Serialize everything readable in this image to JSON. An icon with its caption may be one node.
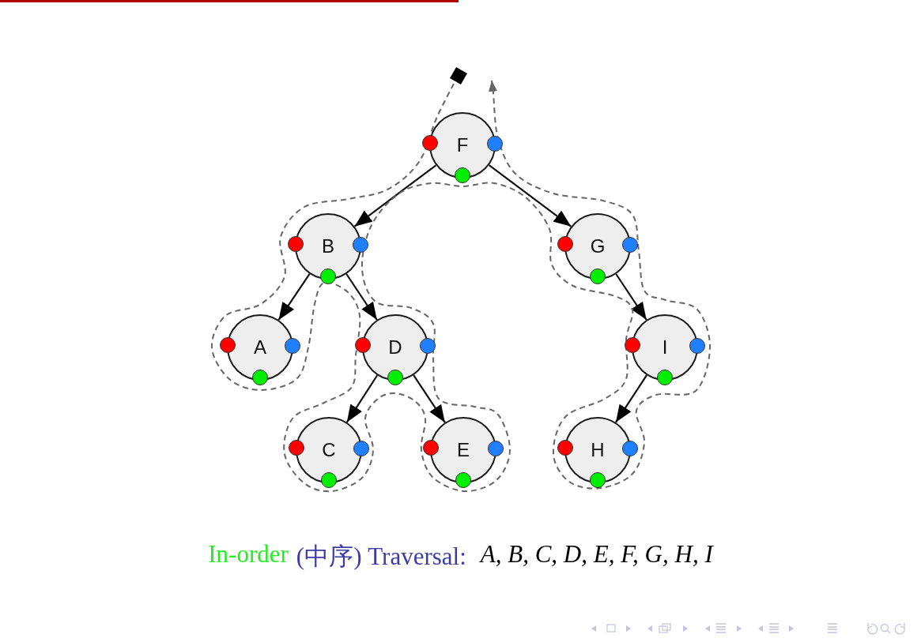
{
  "diagram": {
    "nodes": [
      {
        "text": [
          "F"
        ]
      },
      {
        "text": [
          "B"
        ]
      },
      {
        "text": [
          "G"
        ]
      },
      {
        "text": [
          "A"
        ]
      },
      {
        "text": [
          "D"
        ]
      },
      {
        "text": [
          "I"
        ]
      },
      {
        "text": [
          "C"
        ]
      },
      {
        "text": [
          "E"
        ]
      },
      {
        "text": [
          "H"
        ]
      },
      {
        "text": [],
        "shape": "diamond"
      }
    ],
    "edges": [
      {
        "from": 0,
        "to": 1,
        "arrow": "to"
      },
      {
        "from": 0,
        "to": 2,
        "arrow": "to"
      },
      {
        "from": 1,
        "to": 3,
        "arrow": "to"
      },
      {
        "from": 1,
        "to": 4,
        "arrow": "to"
      },
      {
        "from": 2,
        "to": 5,
        "arrow": "to"
      },
      {
        "from": 4,
        "to": 6,
        "arrow": "to"
      },
      {
        "from": 4,
        "to": 7,
        "arrow": "to"
      },
      {
        "from": 5,
        "to": 8,
        "arrow": "to"
      },
      {
        "from": 9,
        "to": null,
        "arrow": "to",
        "style": "dashed",
        "color": "#666666"
      }
    ],
    "labels": [
      "In-order",
      "(中序) Traversal:",
      "A, B, C, D, E, F, G, H, I"
    ]
  }
}
